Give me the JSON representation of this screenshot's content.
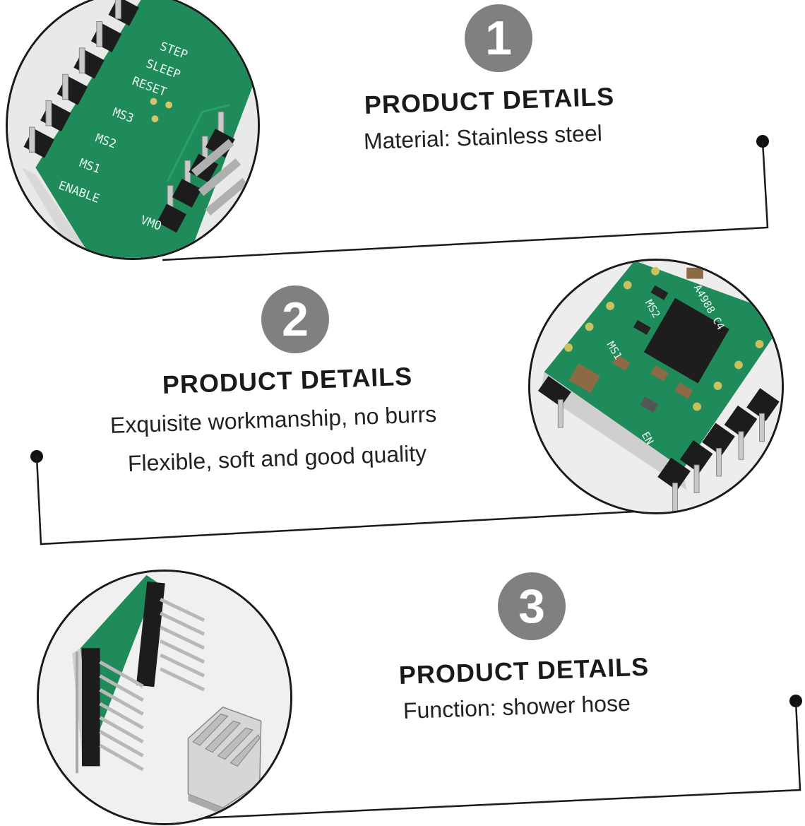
{
  "sections": [
    {
      "number": "1",
      "title": "PRODUCT DETAILS",
      "lines": [
        "Material: Stainless steel"
      ],
      "photo_labels": [
        "STEP",
        "SLEEP",
        "RESET",
        "MS3",
        "MS2",
        "MS1",
        "ENABLE",
        "VMO"
      ]
    },
    {
      "number": "2",
      "title": "PRODUCT DETAILS",
      "lines": [
        "Exquisite workmanship, no burrs",
        "Flexible, soft and good quality"
      ],
      "photo_labels": [
        "A4988 C4",
        "MS1",
        "MS2",
        "EN"
      ]
    },
    {
      "number": "3",
      "title": "PRODUCT DETAILS",
      "lines": [
        "Function: shower hose"
      ],
      "photo_labels": []
    }
  ],
  "colors": {
    "badge": "#808080",
    "pcb_green": "#1f8a5a",
    "line": "#1a1a1a"
  }
}
